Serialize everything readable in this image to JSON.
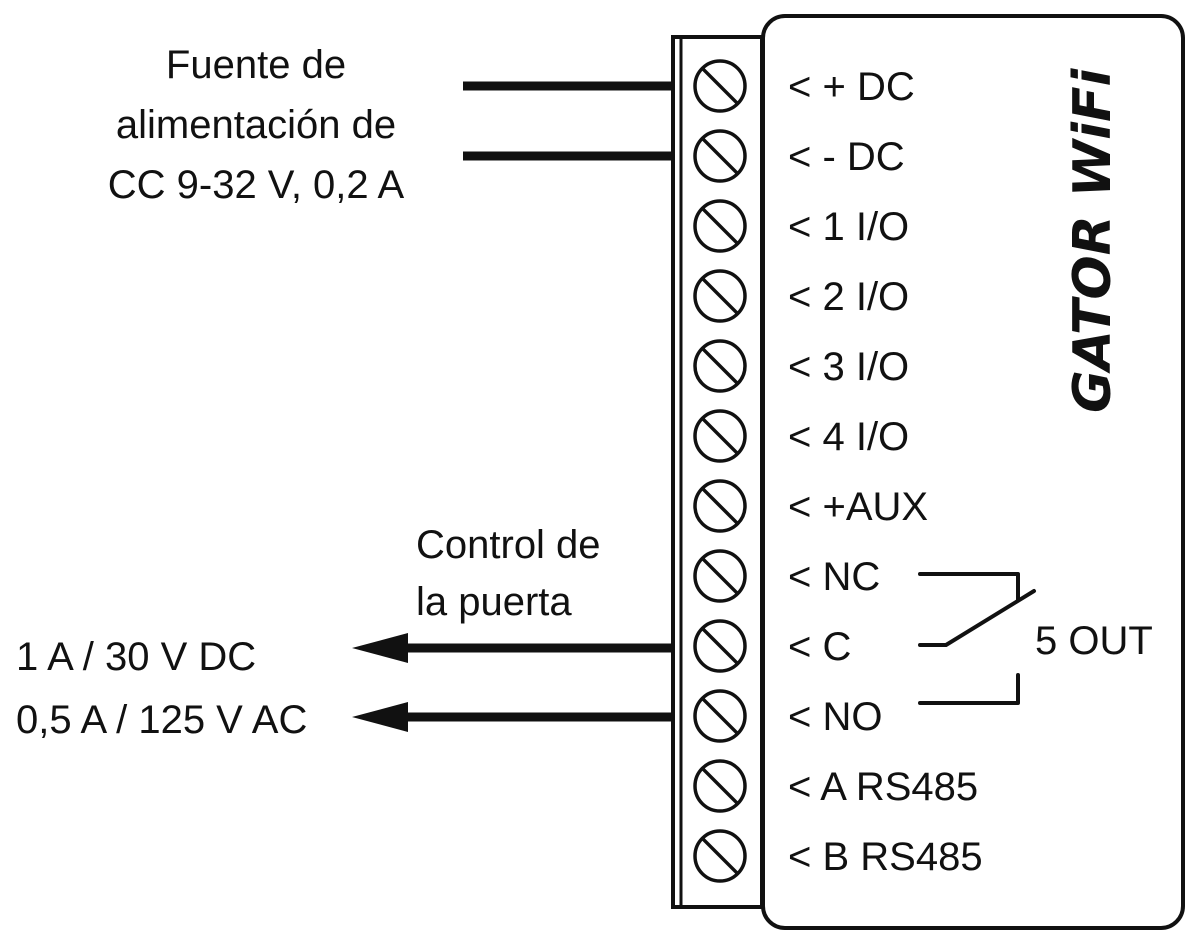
{
  "device": {
    "title": "GATOR WiFi",
    "terminals": [
      {
        "id": "plus-dc",
        "label": "< + DC"
      },
      {
        "id": "minus-dc",
        "label": "< - DC"
      },
      {
        "id": "io-1",
        "label": "< 1 I/O"
      },
      {
        "id": "io-2",
        "label": "< 2 I/O"
      },
      {
        "id": "io-3",
        "label": "< 3 I/O"
      },
      {
        "id": "io-4",
        "label": "< 4 I/O"
      },
      {
        "id": "aux",
        "label": "< +AUX"
      },
      {
        "id": "nc",
        "label": "< NC"
      },
      {
        "id": "c",
        "label": "< C"
      },
      {
        "id": "no",
        "label": "< NO"
      },
      {
        "id": "rs485-a",
        "label": "< A RS485"
      },
      {
        "id": "rs485-b",
        "label": "< B RS485"
      }
    ],
    "relay_label": "5 OUT"
  },
  "power_supply": {
    "lines": [
      "Fuente de",
      "alimentación de",
      "CC 9-32 V, 0,2 A"
    ]
  },
  "door_control": {
    "lines": [
      "Control de",
      "la puerta"
    ],
    "ratings": [
      "1 A / 30 V DC",
      "0,5 A / 125 V AC"
    ]
  },
  "colors": {
    "stroke": "#111111",
    "background": "#ffffff"
  }
}
